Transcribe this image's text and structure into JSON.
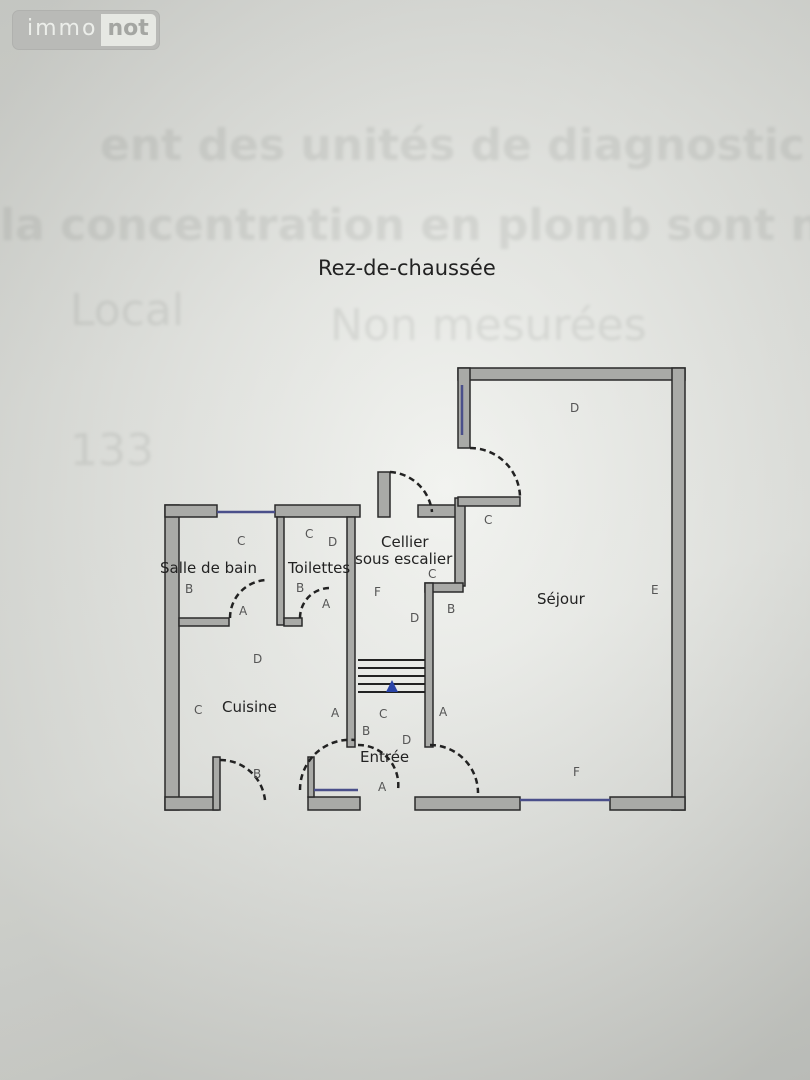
{
  "logo": {
    "part1": "immo",
    "part2": "not"
  },
  "background_text": [
    "ent des unités de diagnostic",
    "la concentration en plomb sont n",
    "Local",
    "Non mesurées",
    "133"
  ],
  "plan": {
    "title": "Rez-de-chaussée",
    "rooms": {
      "salle_de_bain": "Salle de bain",
      "toilettes": "Toilettes",
      "cellier": "Cellier",
      "cellier_sub": "sous escalier",
      "sejour": "Séjour",
      "cuisine": "Cuisine",
      "entree": "Entrée"
    },
    "zones": {
      "sdb": [
        "C",
        "B",
        "A"
      ],
      "toilettes": [
        "C",
        "D",
        "B",
        "A"
      ],
      "cellier": [
        "C",
        "F",
        "D"
      ],
      "sejour": [
        "D",
        "C",
        "B",
        "E",
        "A",
        "F"
      ],
      "cuisine": [
        "D",
        "C",
        "A",
        "B"
      ],
      "entree": [
        "C",
        "B",
        "D",
        "A"
      ]
    }
  }
}
